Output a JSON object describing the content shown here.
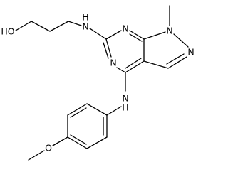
{
  "atoms": {
    "ho": "HO",
    "nh_top": "H",
    "n_top": "N",
    "n_ring_upper": "N",
    "n_ring_lower": "N",
    "n1_pyrazole": "N",
    "n2_pyrazole": "N",
    "methyl": "",
    "n_aniline": "N",
    "h_aniline": "H",
    "o_methoxy": "O"
  },
  "colors": {
    "bond": "#000000",
    "text": "#000000",
    "background": "#ffffff"
  }
}
